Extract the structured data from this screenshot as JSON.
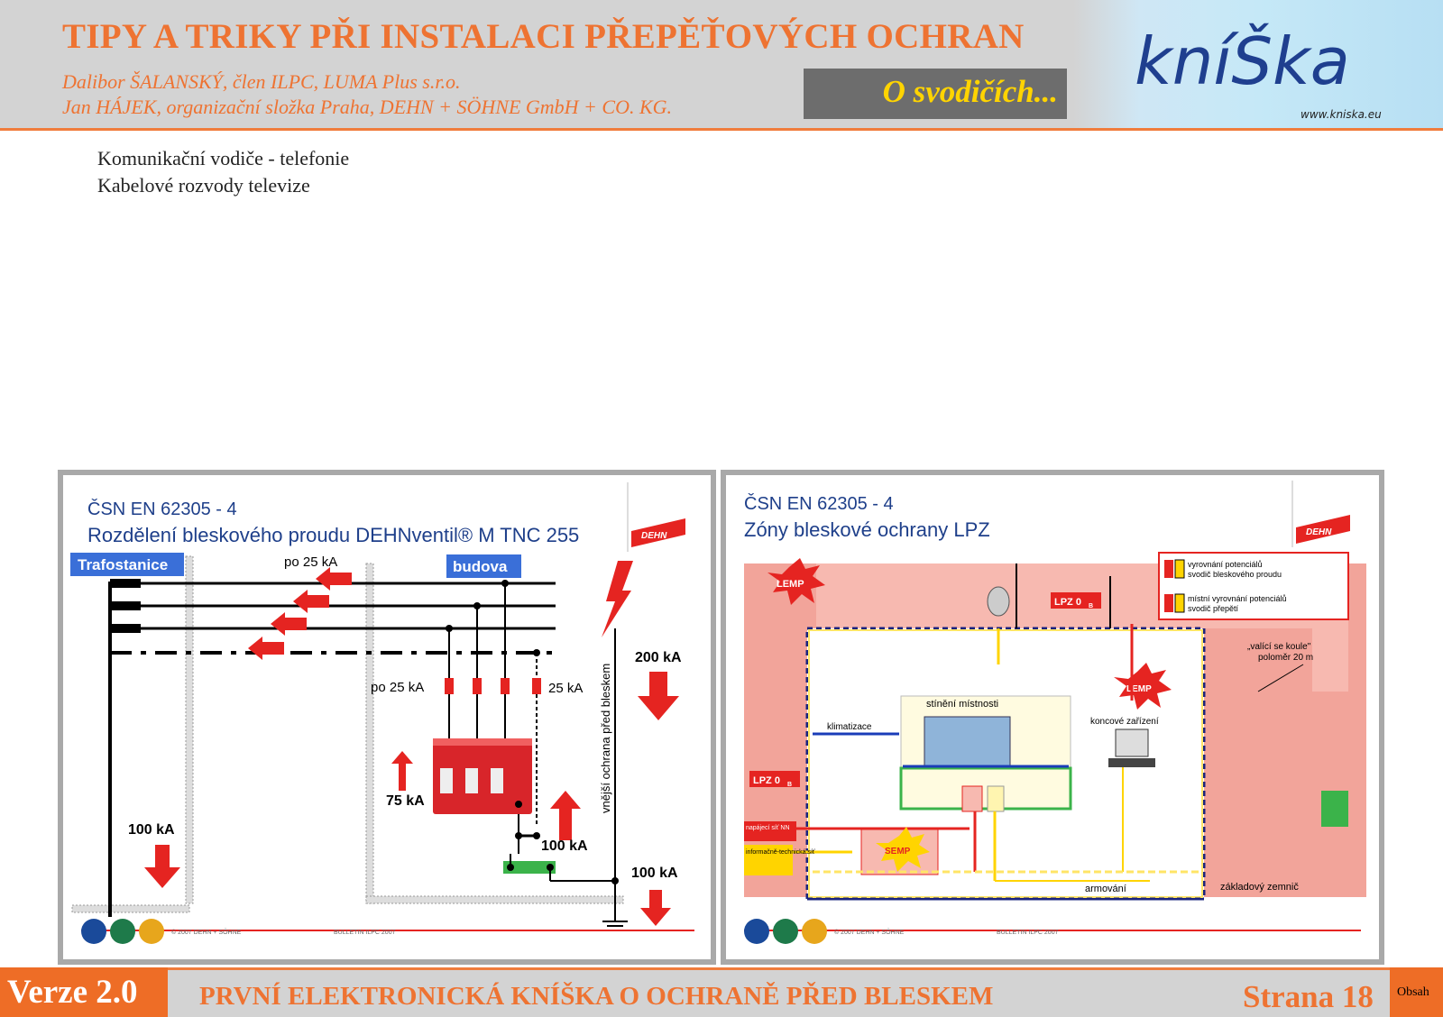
{
  "header": {
    "title": "TIPY A TRIKY PŘI INSTALACI PŘEPĚŤOVÝCH OCHRAN",
    "author1": "Dalibor ŠALANSKÝ, člen ILPC, LUMA Plus s.r.o.",
    "author2": "Jan HÁJEK, organizační složka Praha, DEHN + SÖHNE GmbH + CO. KG.",
    "topic": "O svodičích...",
    "logo_text": "kníŠka",
    "logo_url": "www.kniska.eu"
  },
  "body": {
    "lines": [
      "Komunikační vodiče  - telefonie",
      "Kabelové rozvody televize"
    ]
  },
  "slide_left": {
    "standard": "ČSN EN 62305 - 4",
    "title": "Rozdělení bleskového proudu DEHNventil® M TNC 255",
    "label_trafo": "Trafostanice",
    "label_budova": "budova",
    "po25_top": "po 25 kA",
    "po25_mid": "po 25 kA",
    "a25": "25 kA",
    "a200": "200 kA",
    "a75": "75 kA",
    "a100_left": "100 kA",
    "a100_mid": "100 kA",
    "a100_right": "100 kA",
    "vertical": "vnější ochrana před bleskem",
    "brand": "DEHN",
    "copyright": "© 2007 DEHN + SÖHNE",
    "bulletin": "BULLETIN ILPC 2007"
  },
  "slide_right": {
    "standard": "ČSN EN 62305 - 4",
    "title": "Zóny bleskové ochrany LPZ",
    "legend1a": "vyrovnání potenciálů",
    "legend1b": "svodič bleskového proudu",
    "legend2a": "místní vyrovnání potenciálů",
    "legend2b": "svodič přepětí",
    "lemp": "LEMP",
    "lpz0b": "LPZ 0",
    "lpz0b_sub": "B",
    "rolling_a": "„valící se koule\"",
    "rolling_b": "poloměr 20 m",
    "stineni": "stínění místnosti",
    "klimatizace": "klimatizace",
    "koncove": "koncové zařízení",
    "napajeci": "napájecí síť NN",
    "informacni": "informačně-technická síť",
    "semp": "SEMP",
    "armovani": "armování",
    "zemnic": "základový zemnič",
    "brand": "DEHN",
    "copyright": "© 2007 DEHN + SÖHNE",
    "bulletin": "BULLETIN ILPC 2007"
  },
  "footer": {
    "version": "Verze 2.0",
    "book_title": "PRVNÍ ELEKTRONICKÁ KNÍŠKA O OCHRANĚ PŘED BLESKEM",
    "page": "Strana 18",
    "contents": "Obsah"
  },
  "colors": {
    "accent": "#ee7332",
    "header_bg": "#d3d3d3",
    "topic_text": "#ffd400",
    "dehn_red": "#e52421",
    "label_blue": "#3a6fd8",
    "slide_title": "#1e3f8a"
  }
}
